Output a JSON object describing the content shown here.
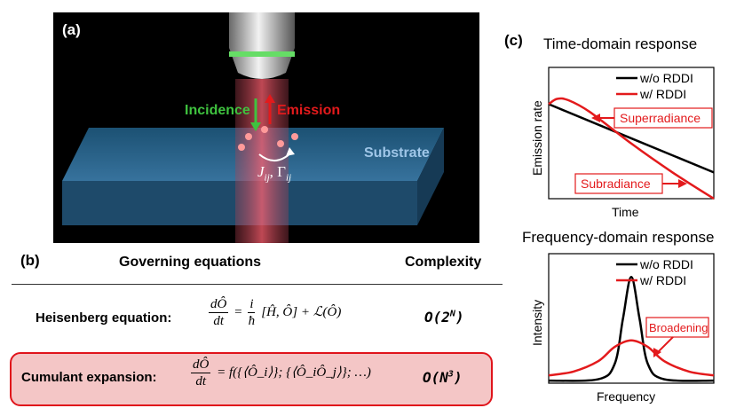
{
  "panel_a": {
    "label": "(a)",
    "incidence": "Incidence",
    "emission": "Emission",
    "substrate": "Substrate",
    "coupling": "J",
    "coupling_sub": "ij",
    "coupling_gamma": "Γ",
    "coupling_gamma_sub": "ij",
    "colors": {
      "incidence": "#3fc23f",
      "emission": "#e31a1c",
      "background": "#000000",
      "substrate": "#2f6f9a"
    }
  },
  "panel_b": {
    "label": "(b)",
    "header_equations": "Governing equations",
    "header_complexity": "Complexity",
    "rows": [
      {
        "name": "Heisenberg equation:",
        "lhs_num": "dÔ",
        "lhs_den": "dt",
        "rhs_num": "i",
        "rhs_den": "ħ",
        "rhs": "[Ĥ, Ô] + ℒ(Ô)",
        "complexity": "O(2",
        "complexity_exp": "N",
        "complexity_close": ")"
      },
      {
        "name": "Cumulant expansion:",
        "lhs_num": "dÔ",
        "lhs_den": "dt",
        "rhs": "= f({⟨Ô_i⟩}; {⟨Ô_iÔ_j⟩}; …)",
        "complexity": "O(N",
        "complexity_exp": "3",
        "complexity_close": ")"
      }
    ],
    "highlight_color": "#f4c6c6"
  },
  "panel_c": {
    "label": "(c)",
    "time_title": "Time-domain response",
    "freq_title": "Frequency-domain response",
    "time_xlabel": "Time",
    "time_ylabel": "Emission rate",
    "freq_xlabel": "Frequency",
    "freq_ylabel": "Intensity",
    "legend_without": "w/o RDDI",
    "legend_with": "w/ RDDI",
    "superradiance": "Superradiance",
    "subradiance": "Subradiance",
    "broadening": "Broadening"
  },
  "chart_data": [
    {
      "type": "line",
      "title": "Time-domain response",
      "xlabel": "Time",
      "ylabel": "Emission rate",
      "xlim": [
        0,
        1
      ],
      "ylim": [
        0,
        1
      ],
      "series": [
        {
          "name": "w/o RDDI",
          "color": "#000000",
          "x": [
            0,
            1
          ],
          "y": [
            0.72,
            0.2
          ]
        },
        {
          "name": "w/ RDDI",
          "color": "#e31a1c",
          "x": [
            0,
            0.05,
            0.12,
            0.25,
            0.5,
            0.75,
            1.0
          ],
          "y": [
            0.72,
            0.76,
            0.75,
            0.66,
            0.42,
            0.2,
            0.0
          ]
        }
      ],
      "annotations": [
        "Superradiance",
        "Subradiance"
      ]
    },
    {
      "type": "line",
      "title": "Frequency-domain response",
      "xlabel": "Frequency",
      "ylabel": "Intensity",
      "xlim": [
        0,
        1
      ],
      "ylim": [
        0,
        1
      ],
      "series": [
        {
          "name": "w/o RDDI",
          "color": "#000000",
          "x": [
            0,
            0.3,
            0.4,
            0.45,
            0.5,
            0.55,
            0.6,
            0.7,
            1
          ],
          "y": [
            0.02,
            0.03,
            0.15,
            0.5,
            0.82,
            0.5,
            0.15,
            0.03,
            0.02
          ]
        },
        {
          "name": "w/ RDDI",
          "color": "#e31a1c",
          "x": [
            0,
            0.15,
            0.3,
            0.4,
            0.5,
            0.6,
            0.7,
            0.85,
            1
          ],
          "y": [
            0.06,
            0.09,
            0.17,
            0.28,
            0.33,
            0.28,
            0.17,
            0.09,
            0.06
          ]
        }
      ],
      "annotations": [
        "Broadening"
      ]
    }
  ]
}
